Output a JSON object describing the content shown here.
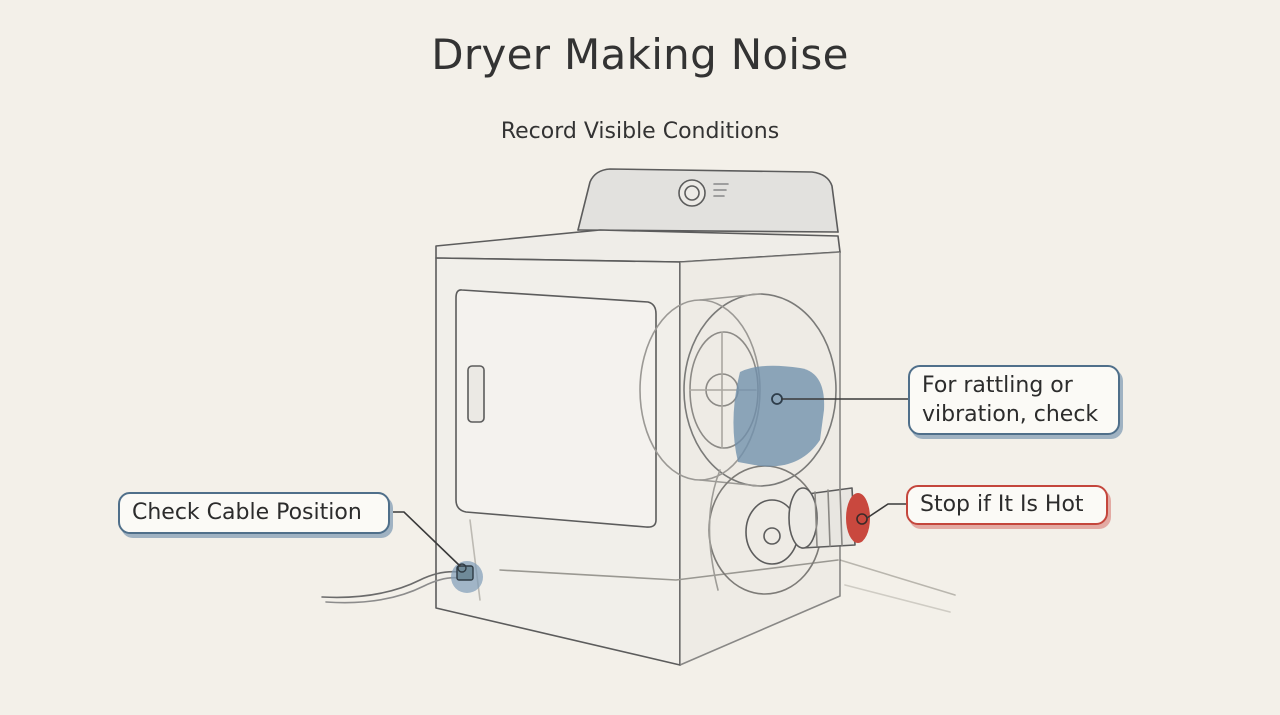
{
  "header": {
    "title": "Dryer Making Noise",
    "subtitle": "Record Visible Conditions"
  },
  "callouts": {
    "cable": {
      "label": "Check Cable Position",
      "accent": "#4f6f8a"
    },
    "vibration": {
      "line1": "For rattling or",
      "line2": "vibration, check",
      "accent": "#4f6f8a"
    },
    "hot": {
      "label": "Stop if It Is Hot",
      "accent": "#c4463c"
    }
  },
  "colors": {
    "background": "#f3f0e9",
    "blue_highlight": "#6f8fac",
    "red_highlight": "#c9483e",
    "line": "#5a5a5a"
  },
  "icons": [
    "dryer-illustration",
    "power-plug-icon",
    "drum-highlight",
    "exhaust-duct"
  ]
}
